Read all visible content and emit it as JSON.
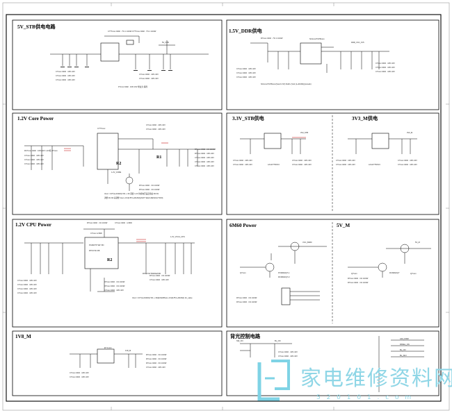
{
  "titles": {
    "p1": "5V_STB供电电路",
    "p2": "1.5V_DDR供电",
    "p3": "1.2V Core Power",
    "p4": "3.3V_STB供电",
    "p5": "3V3_M供电",
    "p6": "1.2V CPU Power",
    "p7": "6M60 Power",
    "p8": "5V_M",
    "p9": "1V8_M",
    "p10": "背光控制电路"
  },
  "watermark": {
    "text": "家电维修资料网",
    "url": "5 2 0 1 0 1 . c o m"
  },
  "colors": {
    "line": "#000000",
    "wire_highlight": "#c00000",
    "watermark": "#8fd6e6"
  }
}
